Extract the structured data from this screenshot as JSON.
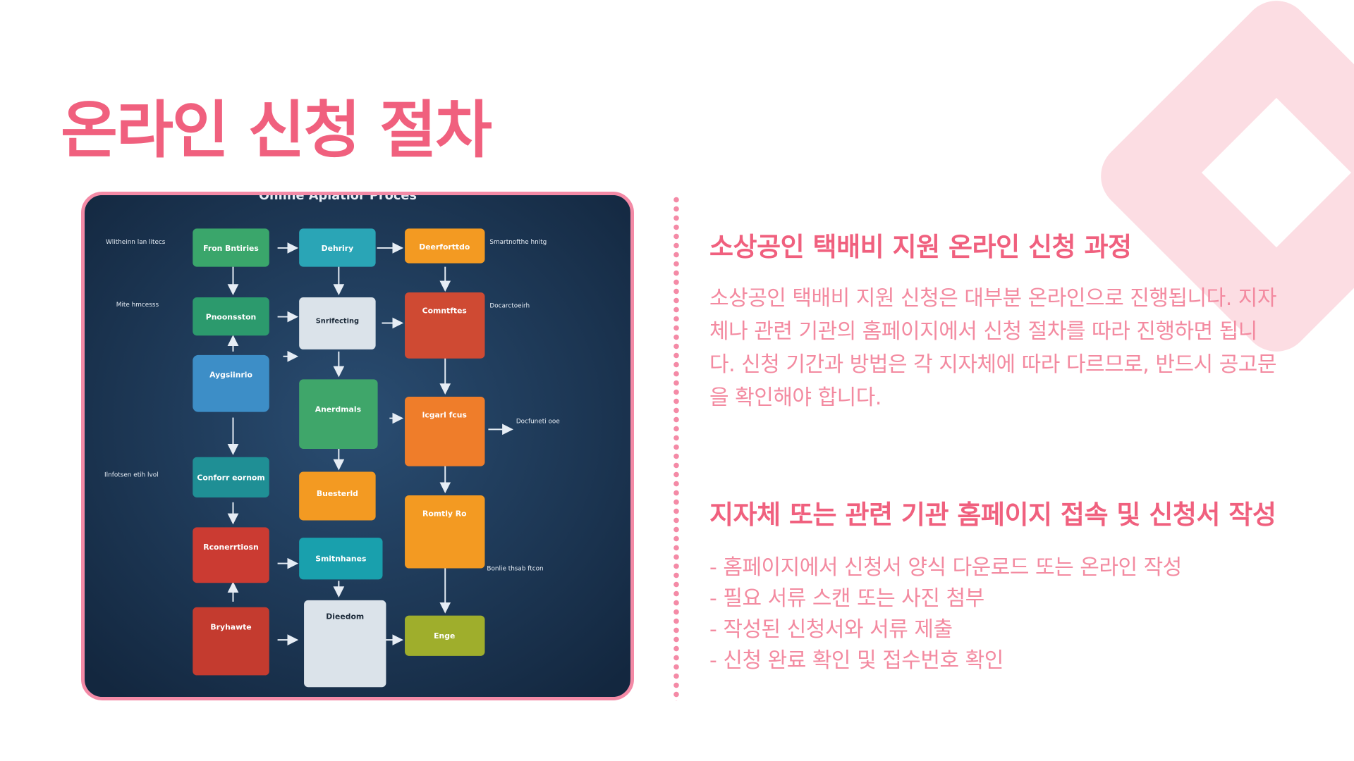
{
  "slide": {
    "title": "온라인 신청 절차"
  },
  "diagram": {
    "caption": "Online Aplatior Proces"
  },
  "content": {
    "heading1": "소상공인 택배비 지원 온라인 신청 과정",
    "paragraph": "소상공인 택배비 지원 신청은 대부분 온라인으로 진행됩니다. 지자체나 관련 기관의 홈페이지에서 신청 절차를 따라 진행하면 됩니다. 신청 기간과 방법은 각 지자체에 따라 다르므로, 반드시 공고문을 확인해야 합니다.",
    "heading2": "지자체 또는 관련 기관 홈페이지 접속 및 신청서 작성",
    "bullets": [
      "- 홈페이지에서 신청서 양식 다운로드 또는 온라인 작성",
      "- 필요 서류 스캔 또는 사진 첨부",
      "- 작성된 신청서와 서류 제출",
      "- 신청 완료 확인 및 접수번호 확인"
    ]
  },
  "colors": {
    "accent": "#f0607e",
    "accent_light": "#f38aa0",
    "frame_border": "#f48aa6",
    "deco": "#fcdde3",
    "diagram_bg": "#183554"
  }
}
